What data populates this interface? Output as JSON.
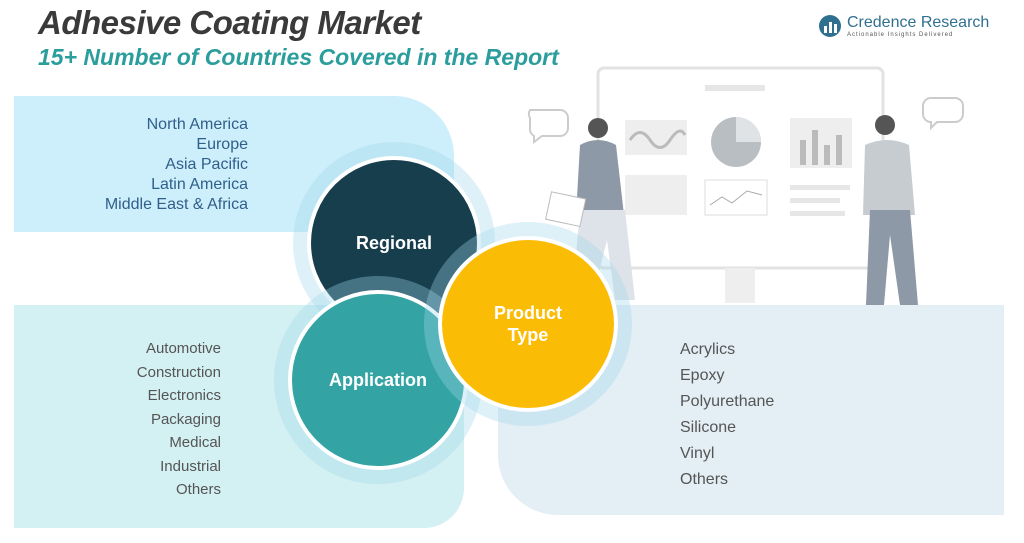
{
  "header": {
    "title": "Adhesive Coating Market",
    "subtitle": "15+ Number of Countries Covered in the Report"
  },
  "logo": {
    "name": "Credence Research",
    "tagline": "Actionable Insights Delivered"
  },
  "segments": {
    "regional": {
      "label": "Regional",
      "items": [
        "North America",
        "Europe",
        "Asia Pacific",
        "Latin America",
        "Middle East & Africa"
      ]
    },
    "application": {
      "label": "Application",
      "items": [
        "Automotive",
        "Construction",
        "Electronics",
        "Packaging",
        "Medical",
        "Industrial",
        "Others"
      ]
    },
    "product_type": {
      "label_line1": "Product",
      "label_line2": "Type",
      "items": [
        "Acrylics",
        "Epoxy",
        "Polyurethane",
        "Silicone",
        "Vinyl",
        "Others"
      ]
    }
  },
  "colors": {
    "regional": "#163e4c",
    "application": "#33a3a3",
    "product_type": "#fbbc05",
    "subtitle": "#2a9d9c"
  }
}
